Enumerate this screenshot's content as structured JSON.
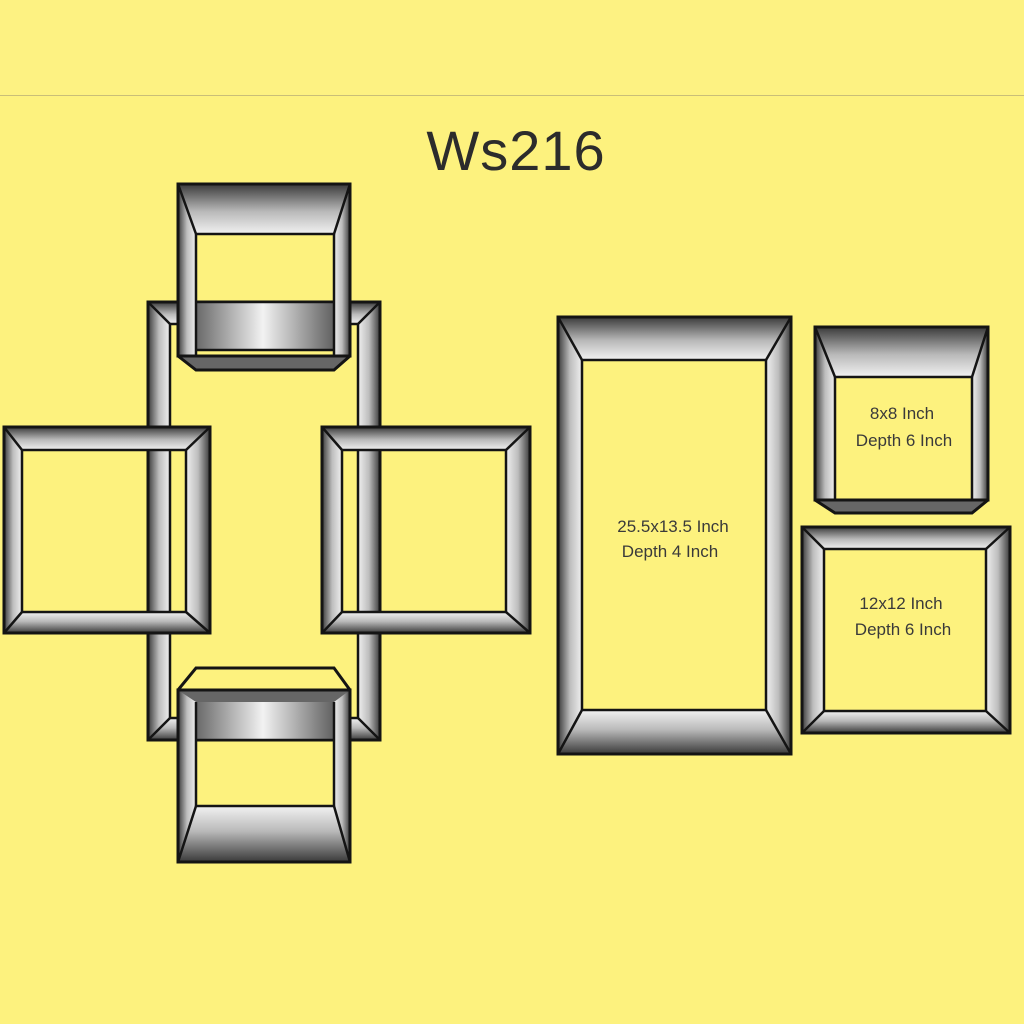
{
  "title": "Ws216",
  "frames": {
    "large_rect_size": "25.5x13.5 Inch",
    "large_rect_depth": "Depth 4 Inch",
    "small_square_size": "8x8 Inch",
    "small_square_depth": "Depth 6 Inch",
    "medium_square_size": "12x12 Inch",
    "medium_square_depth": "Depth 6 Inch"
  },
  "colors": {
    "background": "#fdf27e",
    "outline": "#141414",
    "shelf_dark": "#3a3a3a",
    "shelf_light": "#f2f2f2"
  }
}
